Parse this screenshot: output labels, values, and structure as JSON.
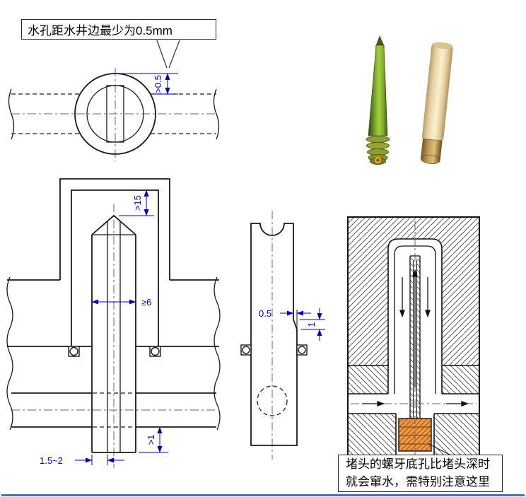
{
  "figure": {
    "top_note": "水孔距水井边最少为0.5mm",
    "bottom_note": {
      "line1": "堵头的螺牙底孔比堵头深时",
      "line2": "就会窜水，需特别注意这里"
    },
    "dims": {
      "hole_to_well_edge": ">0.5",
      "baffle_top_clearance": ">15",
      "well_hole_width": "≥6",
      "plug_wall_thickness": "1.5~2",
      "bottom_depth": ">1",
      "step_offset": "0.5",
      "step_height": "1"
    },
    "photos": {
      "left": "green-screw-plug-photo",
      "right": "brass-pin-plug-photo"
    },
    "colors": {
      "dimension": "#0000c8",
      "drawing_line": "#1a1a1a",
      "plug_fill": "#ec9a45",
      "footer_bar": "#4a6fc8"
    }
  }
}
